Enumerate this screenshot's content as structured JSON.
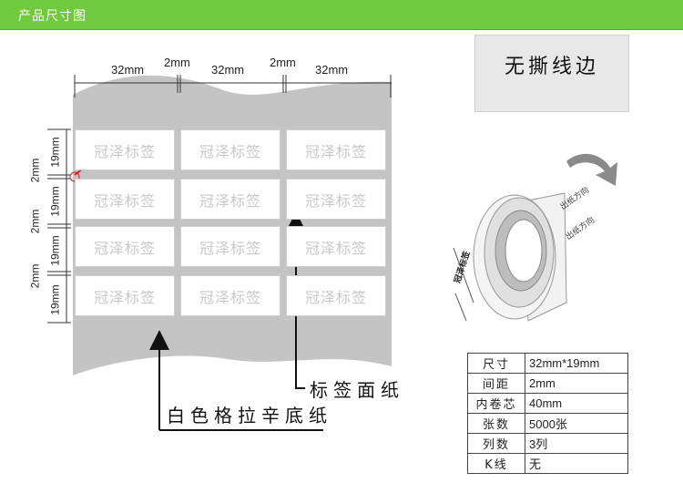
{
  "header": {
    "title": "产品尺寸图"
  },
  "dimensions": {
    "top": [
      "32mm",
      "2mm",
      "32mm",
      "2mm",
      "32mm"
    ],
    "left": [
      "2mm",
      "19mm",
      "2mm",
      "19mm",
      "2mm",
      "19mm",
      "19mm"
    ]
  },
  "label_text": "冠泽标签",
  "labels": [
    {
      "text": "冠泽标签"
    },
    {
      "text": "冠泽标签"
    },
    {
      "text": "冠泽标签"
    },
    {
      "text": "冠泽标签"
    },
    {
      "text": "冠泽标签"
    },
    {
      "text": "冠泽标签"
    },
    {
      "text": "冠泽标签"
    },
    {
      "text": "冠泽标签"
    },
    {
      "text": "冠泽标签"
    },
    {
      "text": "冠泽标签"
    },
    {
      "text": "冠泽标签"
    },
    {
      "text": "冠泽标签"
    }
  ],
  "callouts": {
    "face_paper": "标签面纸",
    "backing_paper": "白色格拉辛底纸"
  },
  "no_strip": {
    "title": "无撕线边"
  },
  "roll": {
    "text1": "出纸方向",
    "text2": "出纸方向",
    "side_brand": "冠泽标签"
  },
  "spec_table": [
    {
      "key": "尺寸",
      "value": "32mm*19mm"
    },
    {
      "key": "间距",
      "value": "2mm"
    },
    {
      "key": "内卷芯",
      "value": "40mm"
    },
    {
      "key": "张数",
      "value": "5000张"
    },
    {
      "key": "列数",
      "value": "3列"
    },
    {
      "key": "K线",
      "value": "无"
    }
  ],
  "colors": {
    "header": "#71c93c",
    "backing": "#c4c4c4",
    "label": "#ffffff",
    "accent_red": "#d42020"
  }
}
